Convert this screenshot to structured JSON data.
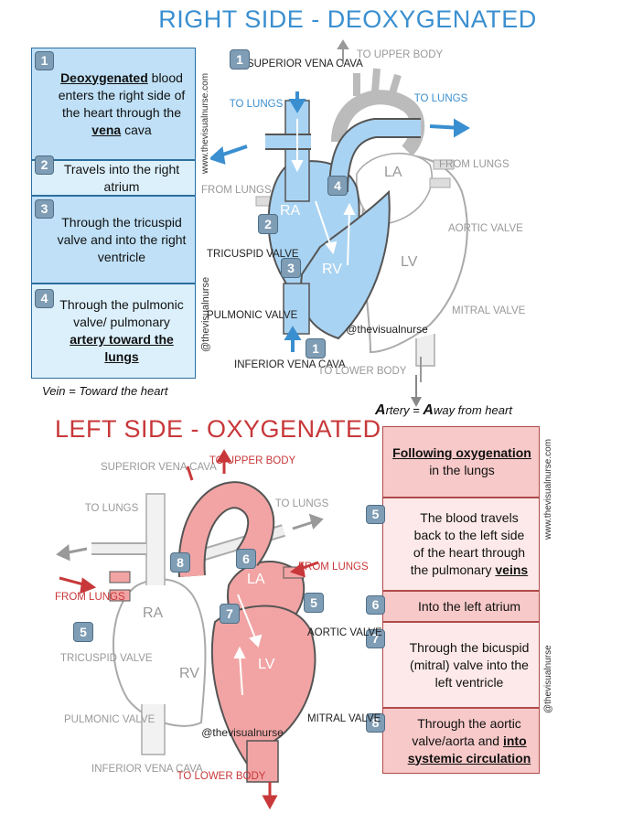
{
  "right": {
    "title": "RIGHT SIDE - DEOXYGENATED",
    "steps": [
      {
        "n": "1",
        "pre": "",
        "key": "Deoxygenated",
        "mid": " blood enters the right side of the heart through the ",
        "key2": "vena",
        "post": " cava"
      },
      {
        "n": "2",
        "text": "Travels into the right atrium"
      },
      {
        "n": "3",
        "text": "Through the tricuspid valve and into the right ventricle"
      },
      {
        "n": "4",
        "pre": "Through the pulmonic valve/ pulmonary ",
        "key": "artery toward the lungs"
      }
    ],
    "labels": {
      "svc": "SUPERIOR VENA CAVA",
      "to_upper": "TO UPPER BODY",
      "to_lungs_l": "TO LUNGS",
      "to_lungs_r": "TO LUNGS",
      "from_lungs_l": "FROM LUNGS",
      "from_lungs_r": "FROM LUNGS",
      "ra": "RA",
      "rv": "RV",
      "la": "LA",
      "lv": "LV",
      "tricuspid": "TRICUSPID VALVE",
      "pulmonic": "PULMONIC VALVE",
      "aortic": "AORTIC VALVE",
      "mitral": "MITRAL VALVE",
      "ivc": "INFERIOR VENA CAVA",
      "to_lower": "TO LOWER BODY",
      "handle": "@thevisualnurse"
    },
    "vein_note": "Vein = Toward the heart",
    "watermark": "www.thevisualnurse.com"
  },
  "artery_note": {
    "a": "A",
    "rtery": "rtery = ",
    "a2": "A",
    "way": "way from heart"
  },
  "left": {
    "title": "LEFT SIDE - OXYGENATED",
    "intro": {
      "key": "Following oxygenation",
      "post": " in the lungs"
    },
    "steps": [
      {
        "n": "5",
        "pre": "The blood travels back to the left side of the heart through the pulmonary ",
        "key": "veins"
      },
      {
        "n": "6",
        "text": "Into the left atrium"
      },
      {
        "n": "7",
        "text": "Through the bicuspid (mitral) valve into the left ventricle"
      },
      {
        "n": "8",
        "pre": "Through the aortic valve/aorta and ",
        "key": "into systemic circulation"
      }
    ],
    "labels": {
      "svc": "SUPERIOR VENA CAVA",
      "to_upper": "TO UPPER BODY",
      "to_lungs_l": "TO LUNGS",
      "to_lungs_r": "TO LUNGS",
      "from_lungs_l": "FROM LUNGS",
      "from_lungs_r": "FROM LUNGS",
      "ra": "RA",
      "rv": "RV",
      "la": "LA",
      "lv": "LV",
      "tricuspid": "TRICUSPID VALVE",
      "pulmonic": "PULMONIC VALVE",
      "aortic": "AORTIC VALVE",
      "mitral": "MITRAL VALVE",
      "ivc": "INFERIOR VENA CAVA",
      "to_lower": "TO LOWER BODY",
      "handle": "@thevisualnurse"
    },
    "watermark": "www.thevisualnurse.com",
    "watermark2": "@thevisualnurse"
  },
  "colors": {
    "blue": "#3a8fd0",
    "blue_fill": "#a9d3f2",
    "red": "#c8383a",
    "red_fill": "#f2a4a4",
    "gray": "#b9b9b9"
  }
}
